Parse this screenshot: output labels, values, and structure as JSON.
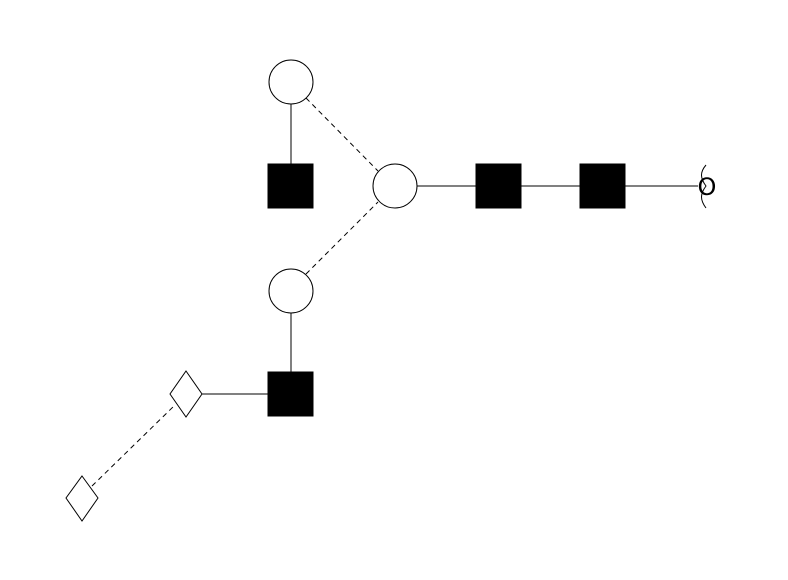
{
  "diagram": {
    "reducing_end_label": "O",
    "colors": {
      "background": "#ffffff",
      "line": "#000000",
      "filled_square": "#000000",
      "open_shape": "#ffffff"
    },
    "nodes": [
      {
        "id": "reducing-end-square",
        "shape": "filled-square"
      },
      {
        "id": "second-square",
        "shape": "filled-square"
      },
      {
        "id": "core-circle",
        "shape": "open-circle"
      },
      {
        "id": "upper-branch-circle",
        "shape": "open-circle"
      },
      {
        "id": "upper-branch-square",
        "shape": "filled-square"
      },
      {
        "id": "lower-branch-circle",
        "shape": "open-circle"
      },
      {
        "id": "lower-branch-square",
        "shape": "filled-square"
      },
      {
        "id": "lower-diamond-near",
        "shape": "open-diamond"
      },
      {
        "id": "lower-diamond-far",
        "shape": "open-diamond"
      }
    ],
    "edges": [
      {
        "from": "reducing-end-square",
        "to": "reducing-end-label",
        "style": "solid"
      },
      {
        "from": "second-square",
        "to": "reducing-end-square",
        "style": "solid"
      },
      {
        "from": "core-circle",
        "to": "second-square",
        "style": "solid"
      },
      {
        "from": "upper-branch-circle",
        "to": "core-circle",
        "style": "dashed"
      },
      {
        "from": "upper-branch-circle",
        "to": "upper-branch-square",
        "style": "solid"
      },
      {
        "from": "lower-branch-circle",
        "to": "core-circle",
        "style": "dashed"
      },
      {
        "from": "lower-branch-circle",
        "to": "lower-branch-square",
        "style": "solid"
      },
      {
        "from": "lower-diamond-near",
        "to": "lower-branch-square",
        "style": "solid"
      },
      {
        "from": "lower-diamond-far",
        "to": "lower-diamond-near",
        "style": "dashed"
      }
    ]
  }
}
